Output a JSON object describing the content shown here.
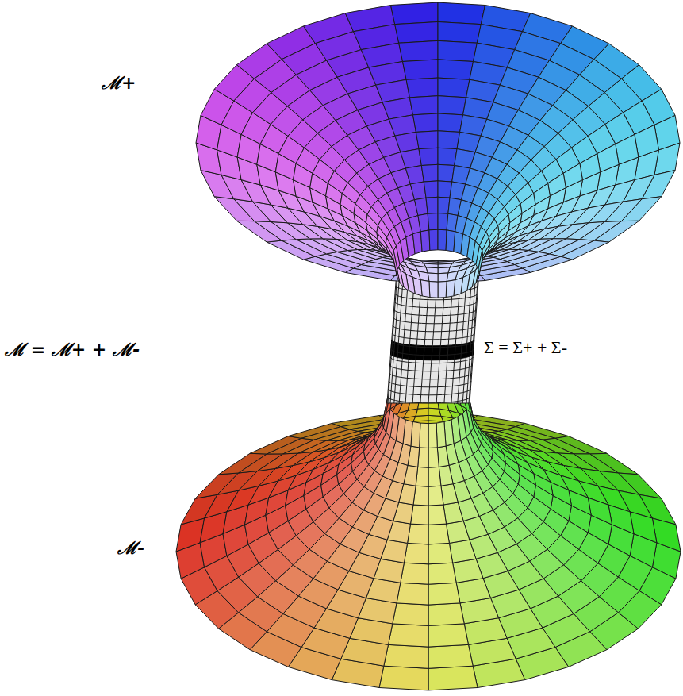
{
  "diagram": {
    "labels": [
      "ℳ+",
      "ℳ = ℳ+ + ℳ-",
      "Σ = Σ+ + Σ-",
      "ℳ-"
    ]
  }
}
